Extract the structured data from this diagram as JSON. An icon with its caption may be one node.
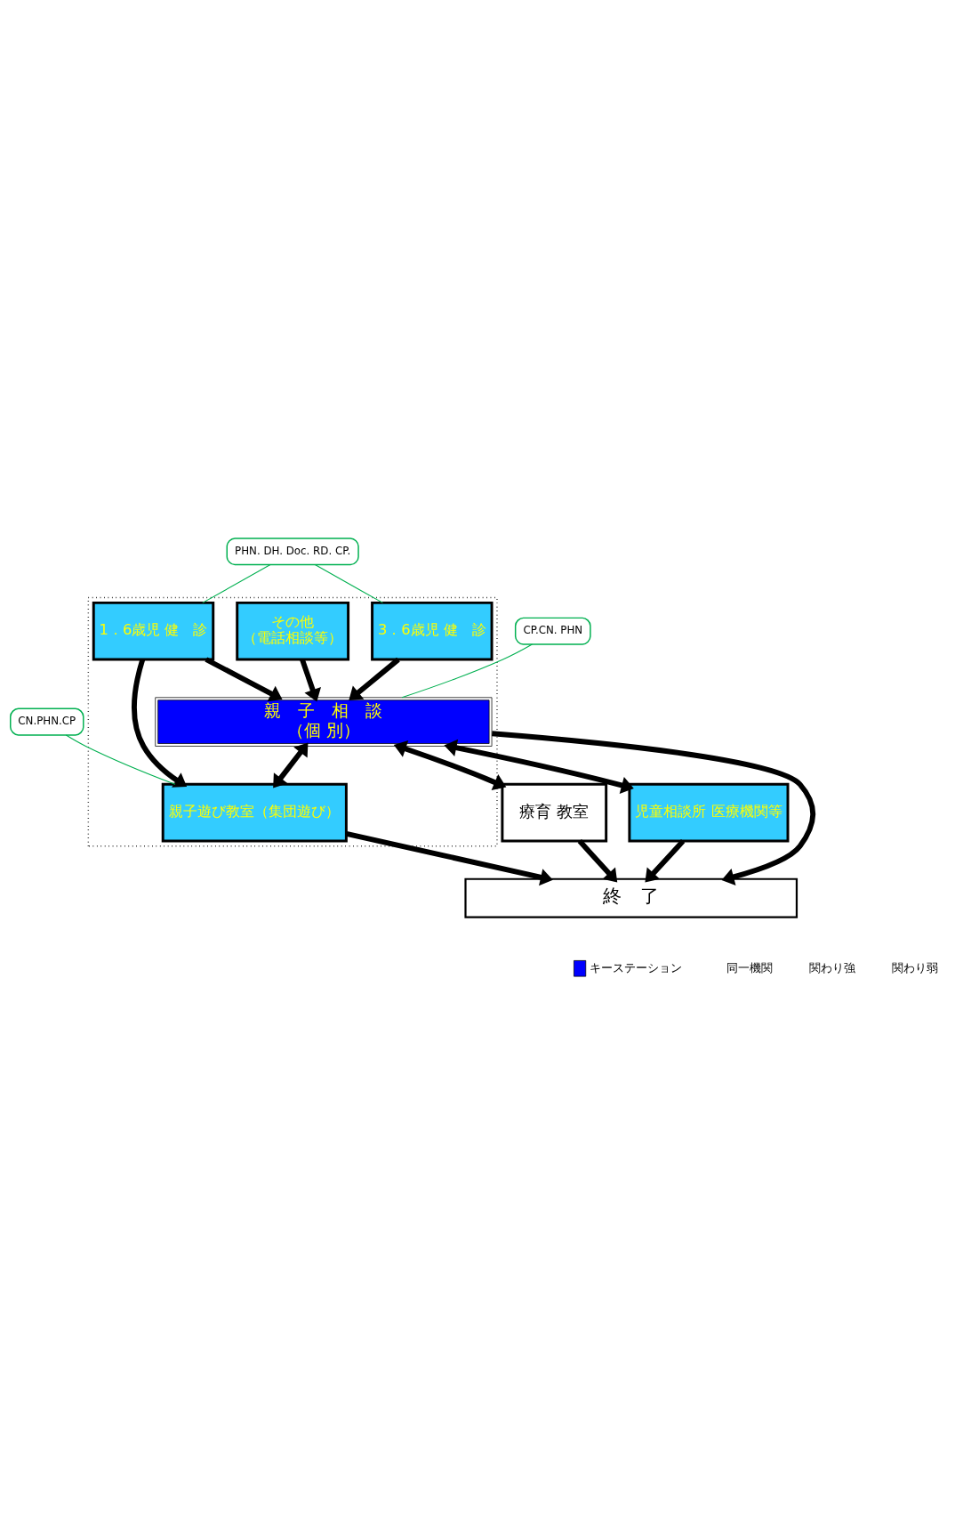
{
  "diagram": {
    "nodes": [
      {
        "text": [],
        "shape": "box"
      },
      {
        "text": [
          "1．6歳児 健　診"
        ],
        "in": 0
      },
      {
        "text": [
          "3．6歳児 健　診"
        ],
        "in": 0
      },
      {
        "text": [
          "その他",
          "（電話相談等）"
        ],
        "in": 0
      },
      {
        "text": [
          "親　子　相　談",
          "（個 別）"
        ],
        "in": 0
      },
      {
        "text": [
          "親子遊び教室（集団遊び）"
        ],
        "in": 0
      },
      {
        "text": [
          "療育 教室"
        ]
      },
      {
        "text": [
          "児童相談所 医療機関等"
        ]
      },
      {
        "text": [
          "終　了"
        ]
      },
      {
        "text": [
          "PHN. DH. Doc. RD. CP."
        ]
      },
      {
        "text": [
          "CP.CN. PHN"
        ]
      },
      {
        "text": [
          "CN.PHN.CP"
        ]
      }
    ],
    "edges": [
      {
        "from": 1,
        "to": 4,
        "arrow": "to"
      },
      {
        "from": 2,
        "to": 4,
        "arrow": "to"
      },
      {
        "from": 3,
        "to": 4,
        "arrow": "to"
      },
      {
        "from": 4,
        "to": 8,
        "arrow": "to"
      },
      {
        "from": 4,
        "to": 5,
        "arrow": "both"
      },
      {
        "from": 4,
        "to": 6,
        "arrow": "both"
      },
      {
        "from": 4,
        "to": 7,
        "arrow": "both"
      },
      {
        "from": 5,
        "to": 8,
        "arrow": "to"
      },
      {
        "from": 6,
        "to": 8,
        "arrow": "to"
      },
      {
        "from": 7,
        "to": 8,
        "arrow": "to"
      },
      {
        "from": 1,
        "to": 5,
        "arrow": "to"
      },
      {
        "from": 9,
        "to": 1,
        "arrow": "none",
        "color": "#00b050"
      },
      {
        "from": 9,
        "to": 2,
        "arrow": "none",
        "color": "#00b050"
      },
      {
        "from": 10,
        "to": 4,
        "arrow": "none",
        "color": "#00b050"
      },
      {
        "from": 11,
        "to": 5,
        "arrow": "none",
        "color": "#00b050"
      }
    ],
    "legend": [
      {
        "text": "キーステーション",
        "color": "#0000ff"
      },
      {
        "text": "同一機関"
      },
      {
        "text": "関わり強"
      },
      {
        "text": "関わり弱"
      }
    ]
  }
}
